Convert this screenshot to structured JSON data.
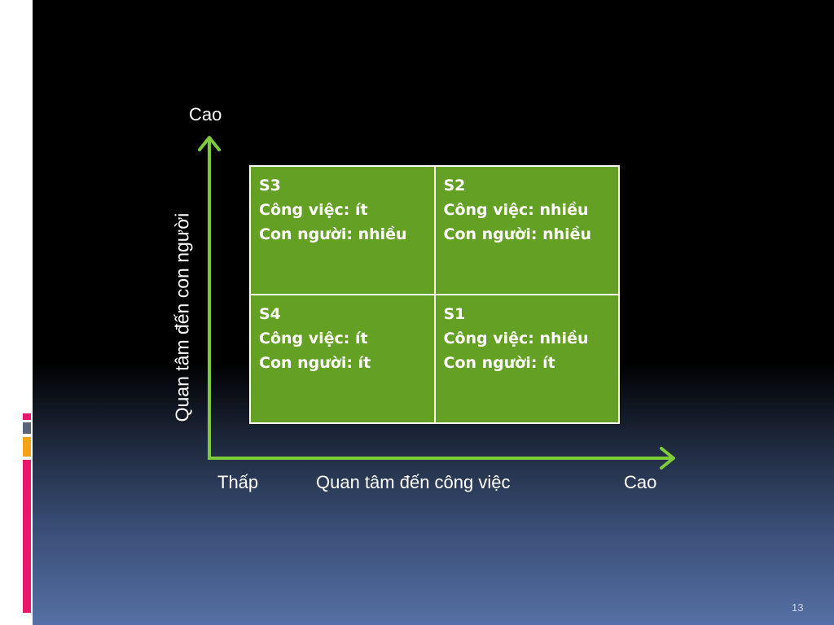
{
  "slide": {
    "page_number": "13",
    "colors": {
      "background_top": "#000000",
      "background_bottom": "#5570a4",
      "axis": "#7dcb3a",
      "cell_fill": "#63a023",
      "accent_pink": "#e6176d",
      "accent_orange": "#f5a21b",
      "accent_gray": "#5a6478"
    }
  },
  "diagram": {
    "y_axis": {
      "title": "Quan tâm đến con người",
      "high_label": "Cao"
    },
    "x_axis": {
      "title": "Quan tâm đến công việc",
      "low_label": "Thấp",
      "high_label": "Cao"
    },
    "quadrants": {
      "top_left": {
        "style": "S3",
        "task": "Công việc: ít",
        "people": "Con người: nhiều"
      },
      "top_right": {
        "style": "S2",
        "task": "Công việc: nhiều",
        "people": "Con người: nhiều"
      },
      "bottom_left": {
        "style": "S4",
        "task": "Công việc: ít",
        "people": "Con người: ít"
      },
      "bottom_right": {
        "style": "S1",
        "task": "Công việc: nhiều",
        "people": "Con người: ít"
      }
    }
  }
}
